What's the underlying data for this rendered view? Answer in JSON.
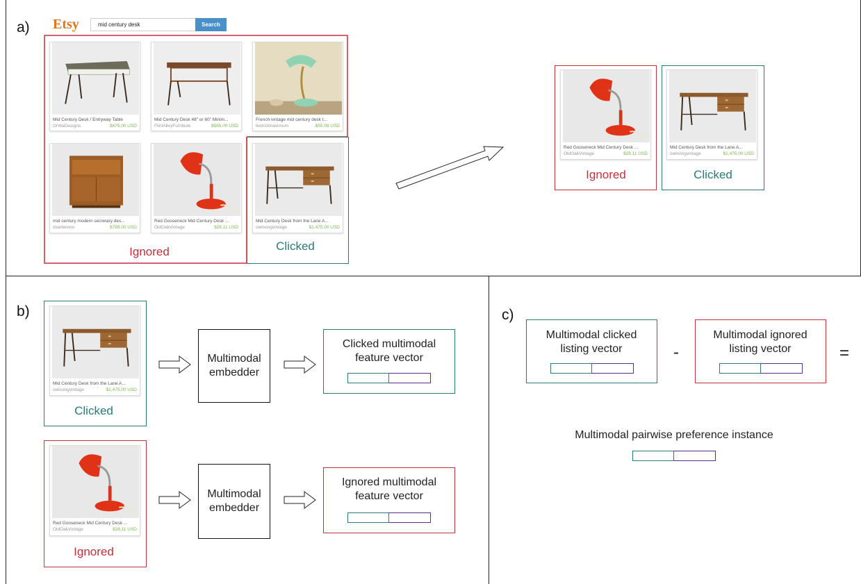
{
  "panels": {
    "a": "a)",
    "b": "b)",
    "c": "c)"
  },
  "etsy": {
    "logo": "Etsy",
    "search_value": "mid century desk",
    "search_button": "Search"
  },
  "colors": {
    "ignored": "#c4303a",
    "clicked": "#2a7a78",
    "vector_second": "#5a2d86",
    "price": "#7ab648"
  },
  "listings": {
    "table": {
      "title": "Mid Century Desk / Entryway Table",
      "seller": "OrWaDesigns",
      "price": "$475.00 USD"
    },
    "desk48": {
      "title": "Mid Century Desk 48\" or 60\" Minim...",
      "seller": "FlintAlleyFurniture",
      "price": "$565.00 USD"
    },
    "french": {
      "title": "French vintage mid century desk t...",
      "seller": "lestrictmaximum",
      "price": "$55.09 USD"
    },
    "secretary": {
      "title": "mid century modern secretary des...",
      "seller": "dsartereno",
      "price": "$799.00 USD"
    },
    "gooseneck": {
      "title": "Red Gooseneck Mid Century Desk ...",
      "seller": "OldOakVintage",
      "price": "$28.11 USD"
    },
    "lane": {
      "title": "Mid Century Desk from the Lane A...",
      "seller": "owlsongvintage",
      "price": "$1,475.00 USD"
    }
  },
  "labels": {
    "ignored": "Ignored",
    "clicked": "Clicked"
  },
  "b": {
    "embedder": "Multimodal embedder",
    "clicked_vector": "Clicked multimodal feature vector",
    "ignored_vector": "Ignored multimodal feature vector"
  },
  "c": {
    "clicked_listing": "Multimodal clicked listing vector",
    "ignored_listing": "Multimodal ignored listing vector",
    "minus": "-",
    "equals": "=",
    "pairwise": "Multimodal pairwise preference instance"
  }
}
